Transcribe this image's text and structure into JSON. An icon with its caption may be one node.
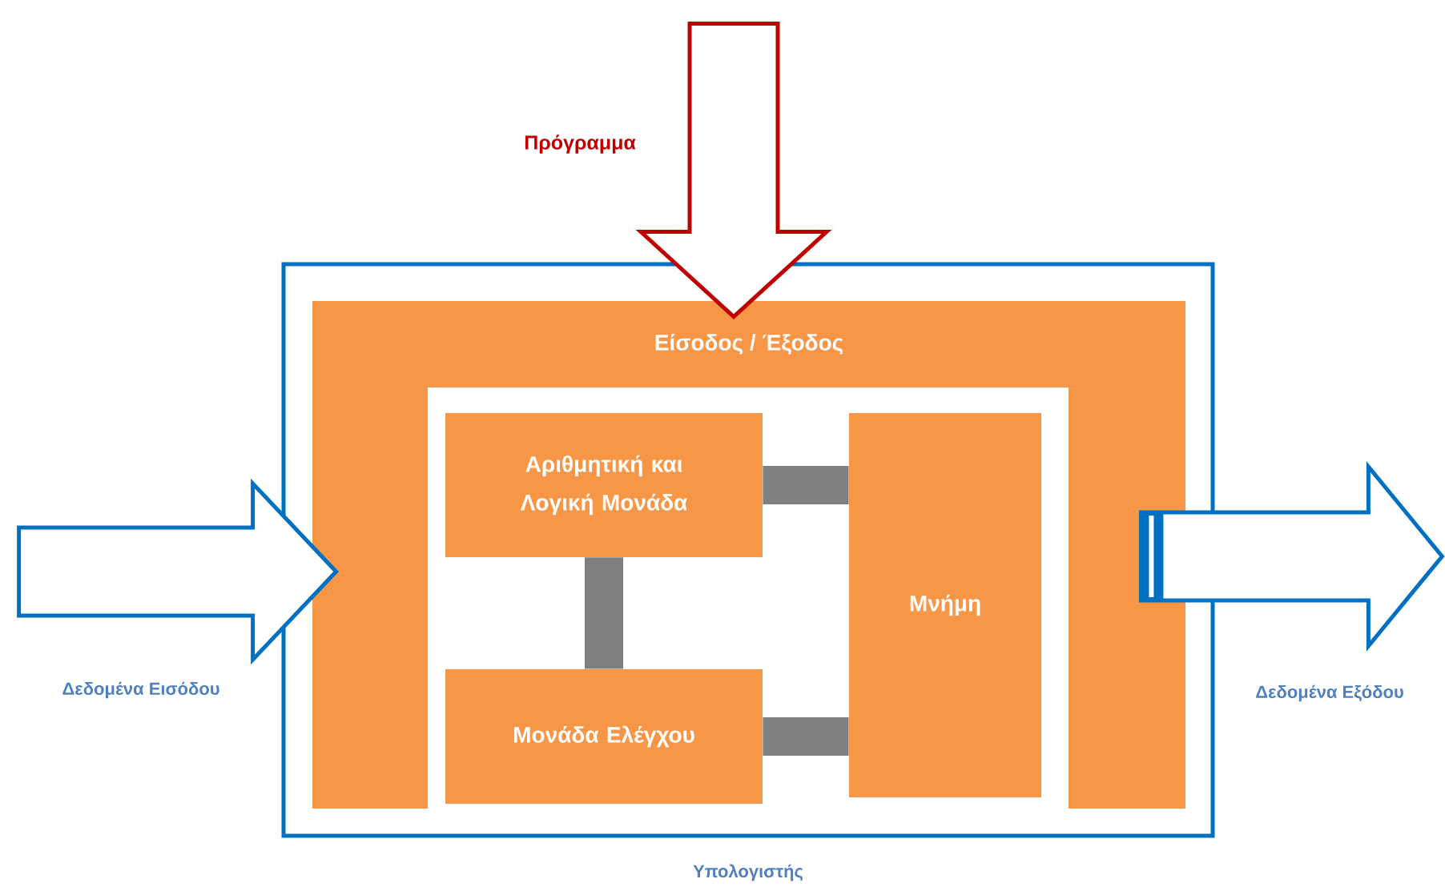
{
  "diagram": {
    "nodes": [
      {
        "text": [
          "Υπολογιστής"
        ]
      },
      {
        "text": [
          "Είσοδος / Έξοδος"
        ],
        "in": 0
      },
      {
        "text": [
          "Αριθμητική και Λογική Μονάδα"
        ],
        "in": 1
      },
      {
        "text": [
          "Μονάδα Ελέγχου"
        ],
        "in": 1
      },
      {
        "text": [
          "Μνήμη"
        ],
        "in": 1
      }
    ],
    "edges": [
      {
        "from": null,
        "to": 1,
        "arrow": "to",
        "label": "Πρόγραμμα",
        "color": "#c00000"
      },
      {
        "from": null,
        "to": 1,
        "arrow": "to",
        "color": "#0070c0"
      },
      {
        "from": 1,
        "to": null,
        "arrow": "to",
        "color": "#0070c0"
      },
      {
        "from": 2,
        "to": 4,
        "arrow": "none",
        "color": "#7f7f7f"
      },
      {
        "from": 2,
        "to": 3,
        "arrow": "none",
        "color": "#7f7f7f"
      },
      {
        "from": 3,
        "to": 4,
        "arrow": "none",
        "color": "#7f7f7f"
      }
    ],
    "labels": [
      "Δεδομένα Εισόδου",
      "Δεδομένα Εξόδου"
    ]
  }
}
